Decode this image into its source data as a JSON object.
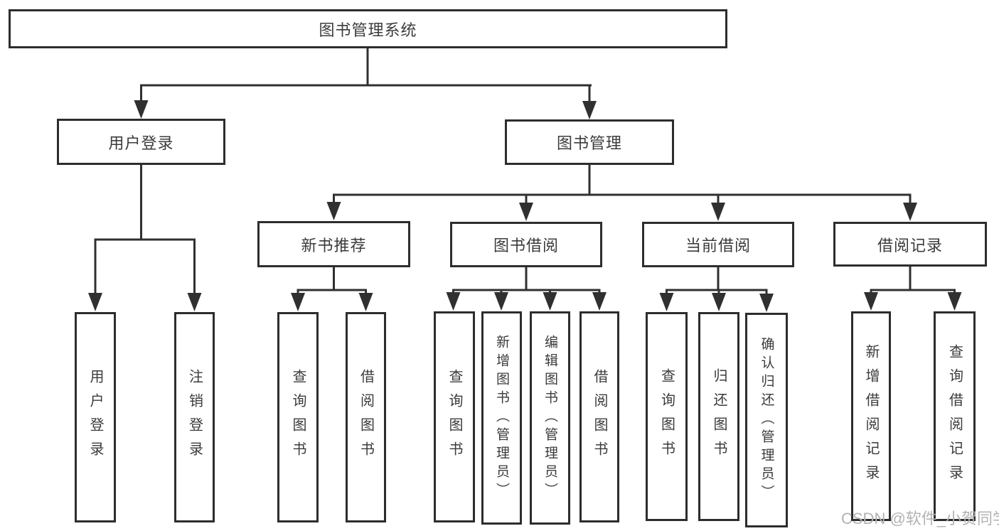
{
  "watermark": "CSDN @软件_小贺同学",
  "colors": {
    "box_border": "#2d2d2d",
    "line": "#303030",
    "text": "#3b3b3b",
    "watermark": "#b2b2b2",
    "background": "#ffffff"
  },
  "tree": {
    "label": "图书管理系统",
    "children": [
      {
        "label": "用户登录",
        "children": [
          {
            "label": "用户登录"
          },
          {
            "label": "注销登录"
          }
        ]
      },
      {
        "label": "图书管理",
        "children": [
          {
            "label": "新书推荐",
            "children": [
              {
                "label": "查询图书"
              },
              {
                "label": "借阅图书"
              }
            ]
          },
          {
            "label": "图书借阅",
            "children": [
              {
                "label": "查询图书"
              },
              {
                "label": "新增图书（管理员）"
              },
              {
                "label": "编辑图书（管理员）"
              },
              {
                "label": "借阅图书"
              }
            ]
          },
          {
            "label": "当前借阅",
            "children": [
              {
                "label": "查询图书"
              },
              {
                "label": "归还图书"
              },
              {
                "label": "确认归还（管理员）"
              }
            ]
          },
          {
            "label": "借阅记录",
            "children": [
              {
                "label": "新增借阅记录"
              },
              {
                "label": "查询借阅记录"
              }
            ]
          }
        ]
      }
    ]
  }
}
